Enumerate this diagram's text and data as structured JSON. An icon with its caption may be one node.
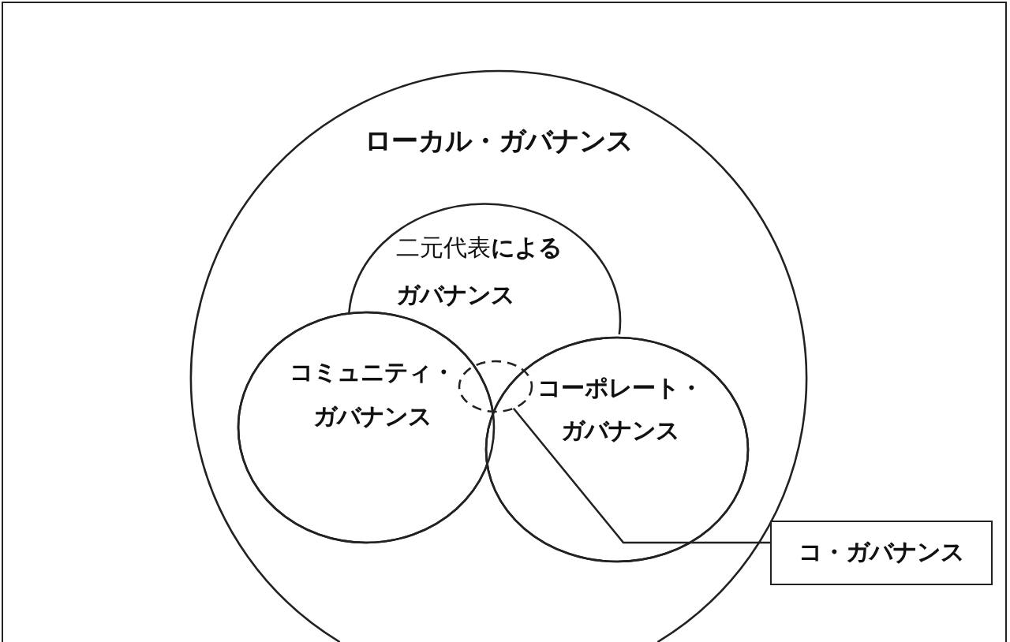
{
  "diagram": {
    "nodes": [
      {
        "text": [
          "ローカル・ガバナンス"
        ]
      },
      {
        "text": [
          "二元代表**によるガバナンス**"
        ],
        "in": 0
      },
      {
        "text": [
          "コミュニティ・ガバナンス"
        ],
        "in": 0
      },
      {
        "text": [
          "コーポレート・ガバナンス"
        ],
        "in": 0
      },
      {
        "text": [],
        "shape": "circle",
        "in": 0
      },
      {
        "text": [
          "コ・ガバナンス"
        ]
      }
    ],
    "edges": [
      {
        "from": 5,
        "to": 4,
        "arrow": "none"
      }
    ]
  }
}
